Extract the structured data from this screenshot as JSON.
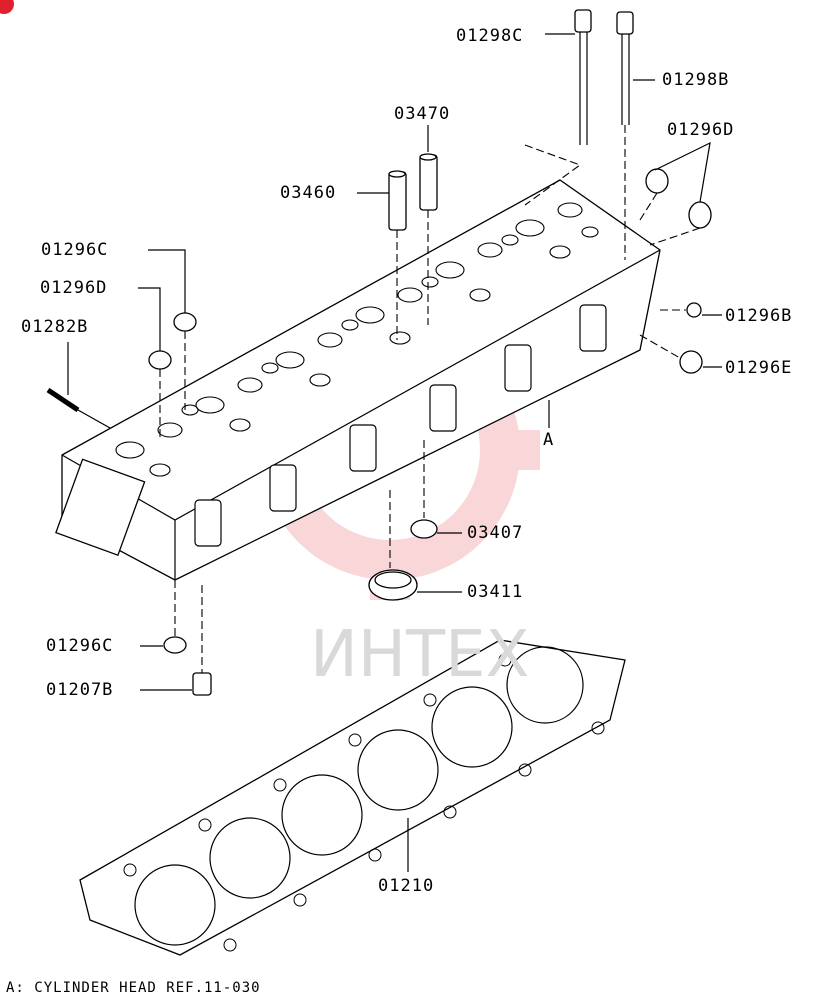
{
  "diagram": {
    "caption": "A: CYLINDER HEAD REF.11-030",
    "watermark_text": "ИНТЕХ",
    "ref_A": "A",
    "labels": {
      "p01298C": "01298C",
      "p01298B": "01298B",
      "p01296D_top": "01296D",
      "p03470": "03470",
      "p03460": "03460",
      "p01296C_top": "01296C",
      "p01296D_left": "01296D",
      "p01282B": "01282B",
      "p01296B": "01296B",
      "p01296E": "01296E",
      "p03407": "03407",
      "p03411": "03411",
      "p01296C_bottom": "01296C",
      "p01207B": "01207B",
      "p01210": "01210"
    }
  }
}
